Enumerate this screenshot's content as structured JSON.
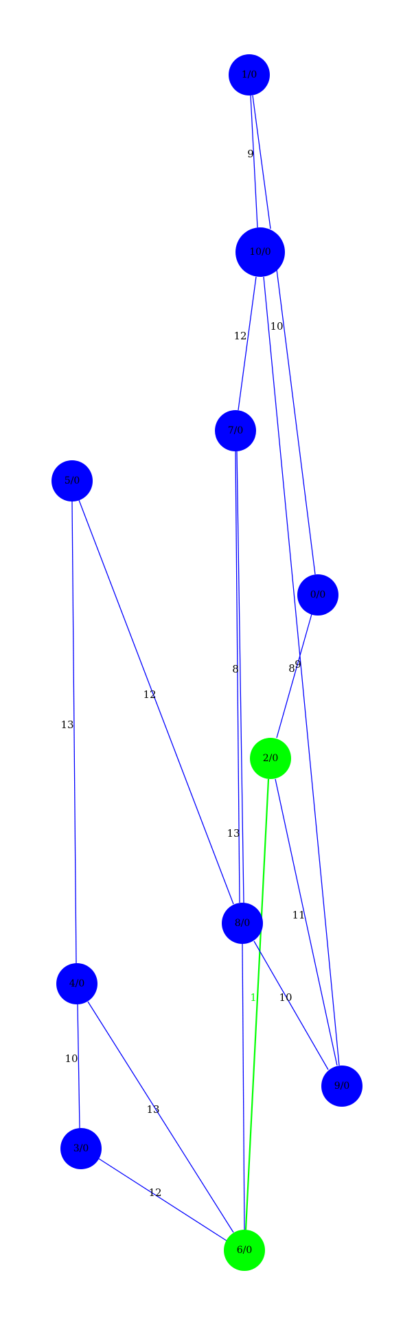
{
  "colors": {
    "default_node": "#0000ff",
    "highlight_node": "#00ff00",
    "default_edge": "#0000ff",
    "highlight_edge": "#00ff00",
    "default_label": "#000000",
    "highlight_label": "#00ff00"
  },
  "nodes": [
    {
      "id": "1",
      "label": "1/0",
      "highlight": false
    },
    {
      "id": "10",
      "label": "10/0",
      "highlight": false
    },
    {
      "id": "7",
      "label": "7/0",
      "highlight": false
    },
    {
      "id": "5",
      "label": "5/0",
      "highlight": false
    },
    {
      "id": "0",
      "label": "0/0",
      "highlight": false
    },
    {
      "id": "2",
      "label": "2/0",
      "highlight": true
    },
    {
      "id": "8",
      "label": "8/0",
      "highlight": false
    },
    {
      "id": "4",
      "label": "4/0",
      "highlight": false
    },
    {
      "id": "9",
      "label": "9/0",
      "highlight": false
    },
    {
      "id": "3",
      "label": "3/0",
      "highlight": false
    },
    {
      "id": "6",
      "label": "6/0",
      "highlight": true
    }
  ],
  "edges": [
    {
      "from": "1",
      "to": "10",
      "weight": "9",
      "highlight": false
    },
    {
      "from": "1",
      "to": "10",
      "weight": "",
      "highlight": false
    },
    {
      "from": "10",
      "to": "7",
      "weight": "12",
      "highlight": false
    },
    {
      "from": "10",
      "to": "0",
      "weight": "10",
      "highlight": false
    },
    {
      "from": "10",
      "to": "9",
      "weight": "9",
      "highlight": false
    },
    {
      "from": "7",
      "to": "8",
      "weight": "8",
      "highlight": false
    },
    {
      "from": "7",
      "to": "8",
      "weight": "13",
      "highlight": false
    },
    {
      "from": "5",
      "to": "8",
      "weight": "12",
      "highlight": false
    },
    {
      "from": "5",
      "to": "4",
      "weight": "13",
      "highlight": false
    },
    {
      "from": "0",
      "to": "2",
      "weight": "8",
      "highlight": false
    },
    {
      "from": "2",
      "to": "9",
      "weight": "11",
      "highlight": false
    },
    {
      "from": "2",
      "to": "6",
      "weight": "1",
      "highlight": true
    },
    {
      "from": "8",
      "to": "9",
      "weight": "10",
      "highlight": false
    },
    {
      "from": "8",
      "to": "6",
      "weight": "",
      "highlight": false
    },
    {
      "from": "4",
      "to": "3",
      "weight": "10",
      "highlight": false
    },
    {
      "from": "4",
      "to": "6",
      "weight": "13",
      "highlight": false
    },
    {
      "from": "3",
      "to": "6",
      "weight": "12",
      "highlight": false
    }
  ]
}
